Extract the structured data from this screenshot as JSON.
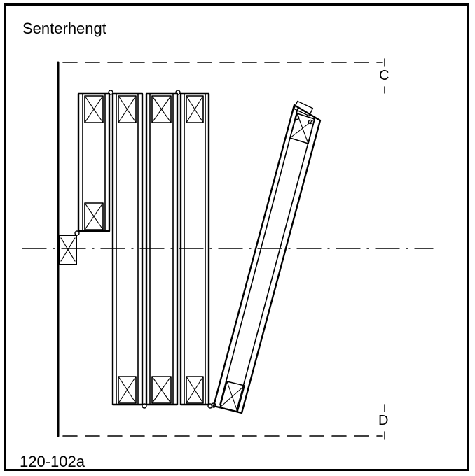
{
  "diagram": {
    "title": "Senterhengt",
    "code": "120-102a",
    "marker_top": "C",
    "marker_bottom": "D",
    "line_color": "#000000",
    "background": "#ffffff"
  }
}
